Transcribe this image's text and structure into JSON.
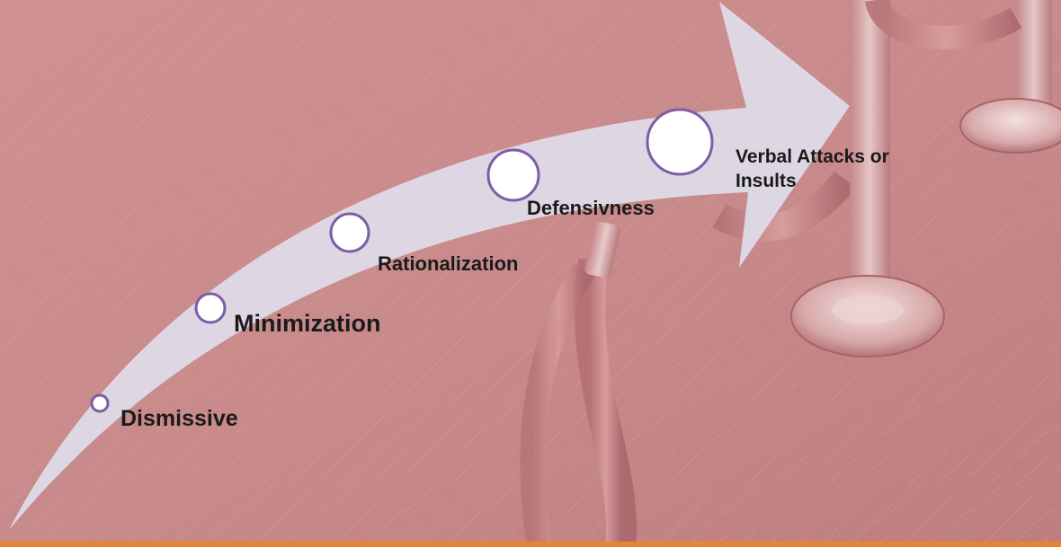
{
  "diagram": {
    "stages": [
      {
        "label": "Dismissive"
      },
      {
        "label": "Minimization"
      },
      {
        "label": "Rationalization"
      },
      {
        "label": "Defensivness"
      },
      {
        "label": "Verbal Attacks or Insults"
      }
    ]
  },
  "colors": {
    "background": "#c98a8a",
    "arrow": "#dedbe8",
    "circle_stroke": "#7b5ea7",
    "circle_fill": "#ffffff",
    "bottom_bar": "#e8862e",
    "label_text": "#1a1a1a"
  }
}
